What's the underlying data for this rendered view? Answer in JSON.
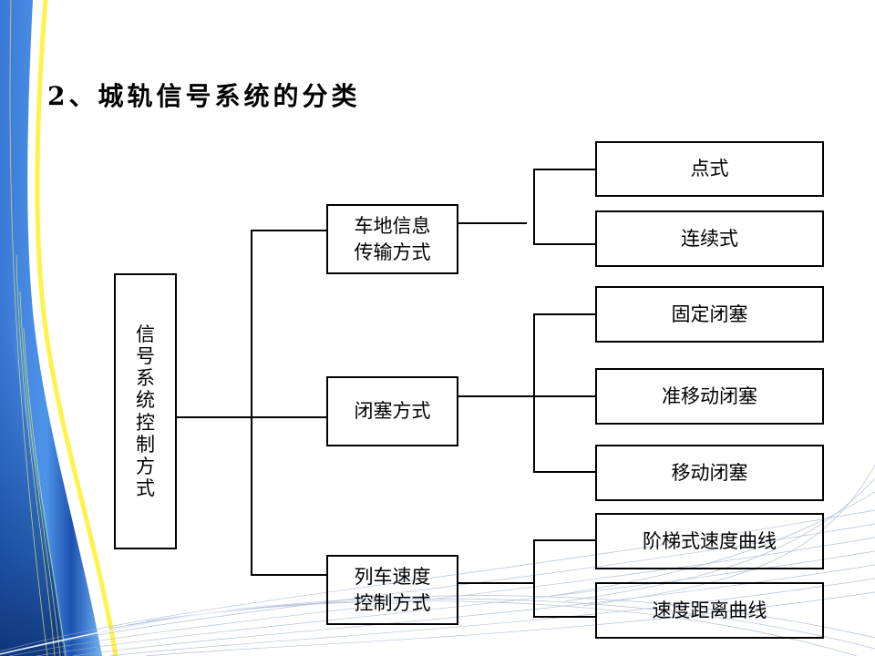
{
  "slide": {
    "title": "2、城轨信号系统的分类"
  },
  "theme": {
    "line_color": "#000000",
    "accent_blue": "#2f6fd0",
    "accent_yellow": "#fff24a"
  },
  "tree": {
    "root": {
      "label": "信号系统控制方式"
    },
    "branches": [
      {
        "line1": "车地信息",
        "line2": "传输方式",
        "children": [
          {
            "label": "点式"
          },
          {
            "label": "连续式"
          }
        ]
      },
      {
        "line1": "闭塞方式",
        "line2": "",
        "children": [
          {
            "label": "固定闭塞"
          },
          {
            "label": "准移动闭塞"
          },
          {
            "label": "移动闭塞"
          }
        ]
      },
      {
        "line1": "列车速度",
        "line2": "控制方式",
        "children": [
          {
            "label": "阶梯式速度曲线"
          },
          {
            "label": "速度距离曲线"
          }
        ]
      }
    ]
  }
}
